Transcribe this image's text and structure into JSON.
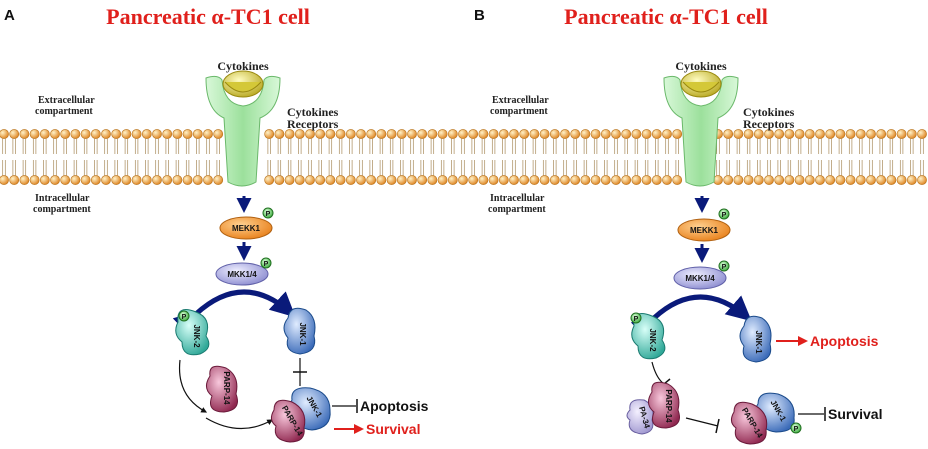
{
  "colors": {
    "title": "#e0201c",
    "membrane_head": "#f0a040",
    "receptor": "#a8e8a8",
    "cytokine": "#e8e04a",
    "mekk1": "#f29a2c",
    "mkk14": "#a8a8e0",
    "jnk2": "#5cc8b8",
    "jnk1": "#6a9ad8",
    "parp14": "#b84070",
    "arrow_dark": "#0a1a7a",
    "arrow_red": "#e0201c",
    "phospho": "#4cc04c"
  },
  "panel_a": {
    "letter": "A",
    "title": "Pancreatic α-TC1 cell",
    "cytokines": "Cytokines",
    "receptors_line1": "Cytokines",
    "receptors_line2": "Receptors",
    "extra_line1": "Extracellular",
    "extra_line2": "compartment",
    "intra_line1": "Intracellular",
    "intra_line2": "compartment",
    "mekk1": "MEKK1",
    "mkk14": "MKK1/4",
    "jnk2": "JNK-2",
    "jnk1": "JNK-1",
    "parp14": "PARP-14",
    "complex_jnk1": "JNK-1",
    "complex_parp14": "PARP-14",
    "apoptosis": "Apoptosis",
    "survival": "Survival",
    "phospho": "P"
  },
  "panel_b": {
    "letter": "B",
    "title": "Pancreatic α-TC1 cell",
    "cytokines": "Cytokines",
    "receptors_line1": "Cytokines",
    "receptors_line2": "Receptors",
    "extra_line1": "Extracellular",
    "extra_line2": "compartment",
    "intra_line1": "Intracellular",
    "intra_line2": "compartment",
    "mekk1": "MEKK1",
    "mkk14": "MKK1/4",
    "jnk2": "JNK-2",
    "jnk1": "JNK-1",
    "pa34": "PA-34",
    "parp14": "PARP-14",
    "complex_jnk1": "JNK-1",
    "complex_parp14": "PARP-14",
    "apoptosis": "Apoptosis",
    "survival": "Survival",
    "phospho": "P"
  }
}
